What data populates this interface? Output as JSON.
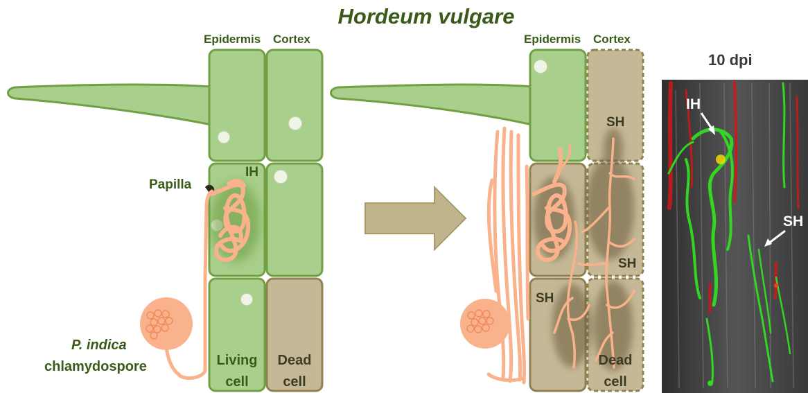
{
  "title": "Hordeum vulgare",
  "left_panel": {
    "header_epidermis": "Epidermis",
    "header_cortex": "Cortex",
    "papilla": "Papilla",
    "ih": "IH",
    "spore_species": "P. indica",
    "spore_type": "chlamydospore",
    "living_cell": "Living cell",
    "dead_cell": "Dead cell"
  },
  "right_panel": {
    "header_epidermis": "Epidermis",
    "header_cortex": "Cortex",
    "sh_top": "SH",
    "sh_mid": "SH",
    "sh_bottom": "SH",
    "dead_cell": "Dead cell"
  },
  "micrograph": {
    "timepoint": "10 dpi",
    "ih": "IH",
    "sh": "SH"
  },
  "colors": {
    "living_fill": "#a9cf8c",
    "living_stroke": "#70a043",
    "dead_fill": "#c4b896",
    "dead_stroke": "#8f8150",
    "hypha": "#f9b28c",
    "title_text": "#3a5a1a"
  }
}
